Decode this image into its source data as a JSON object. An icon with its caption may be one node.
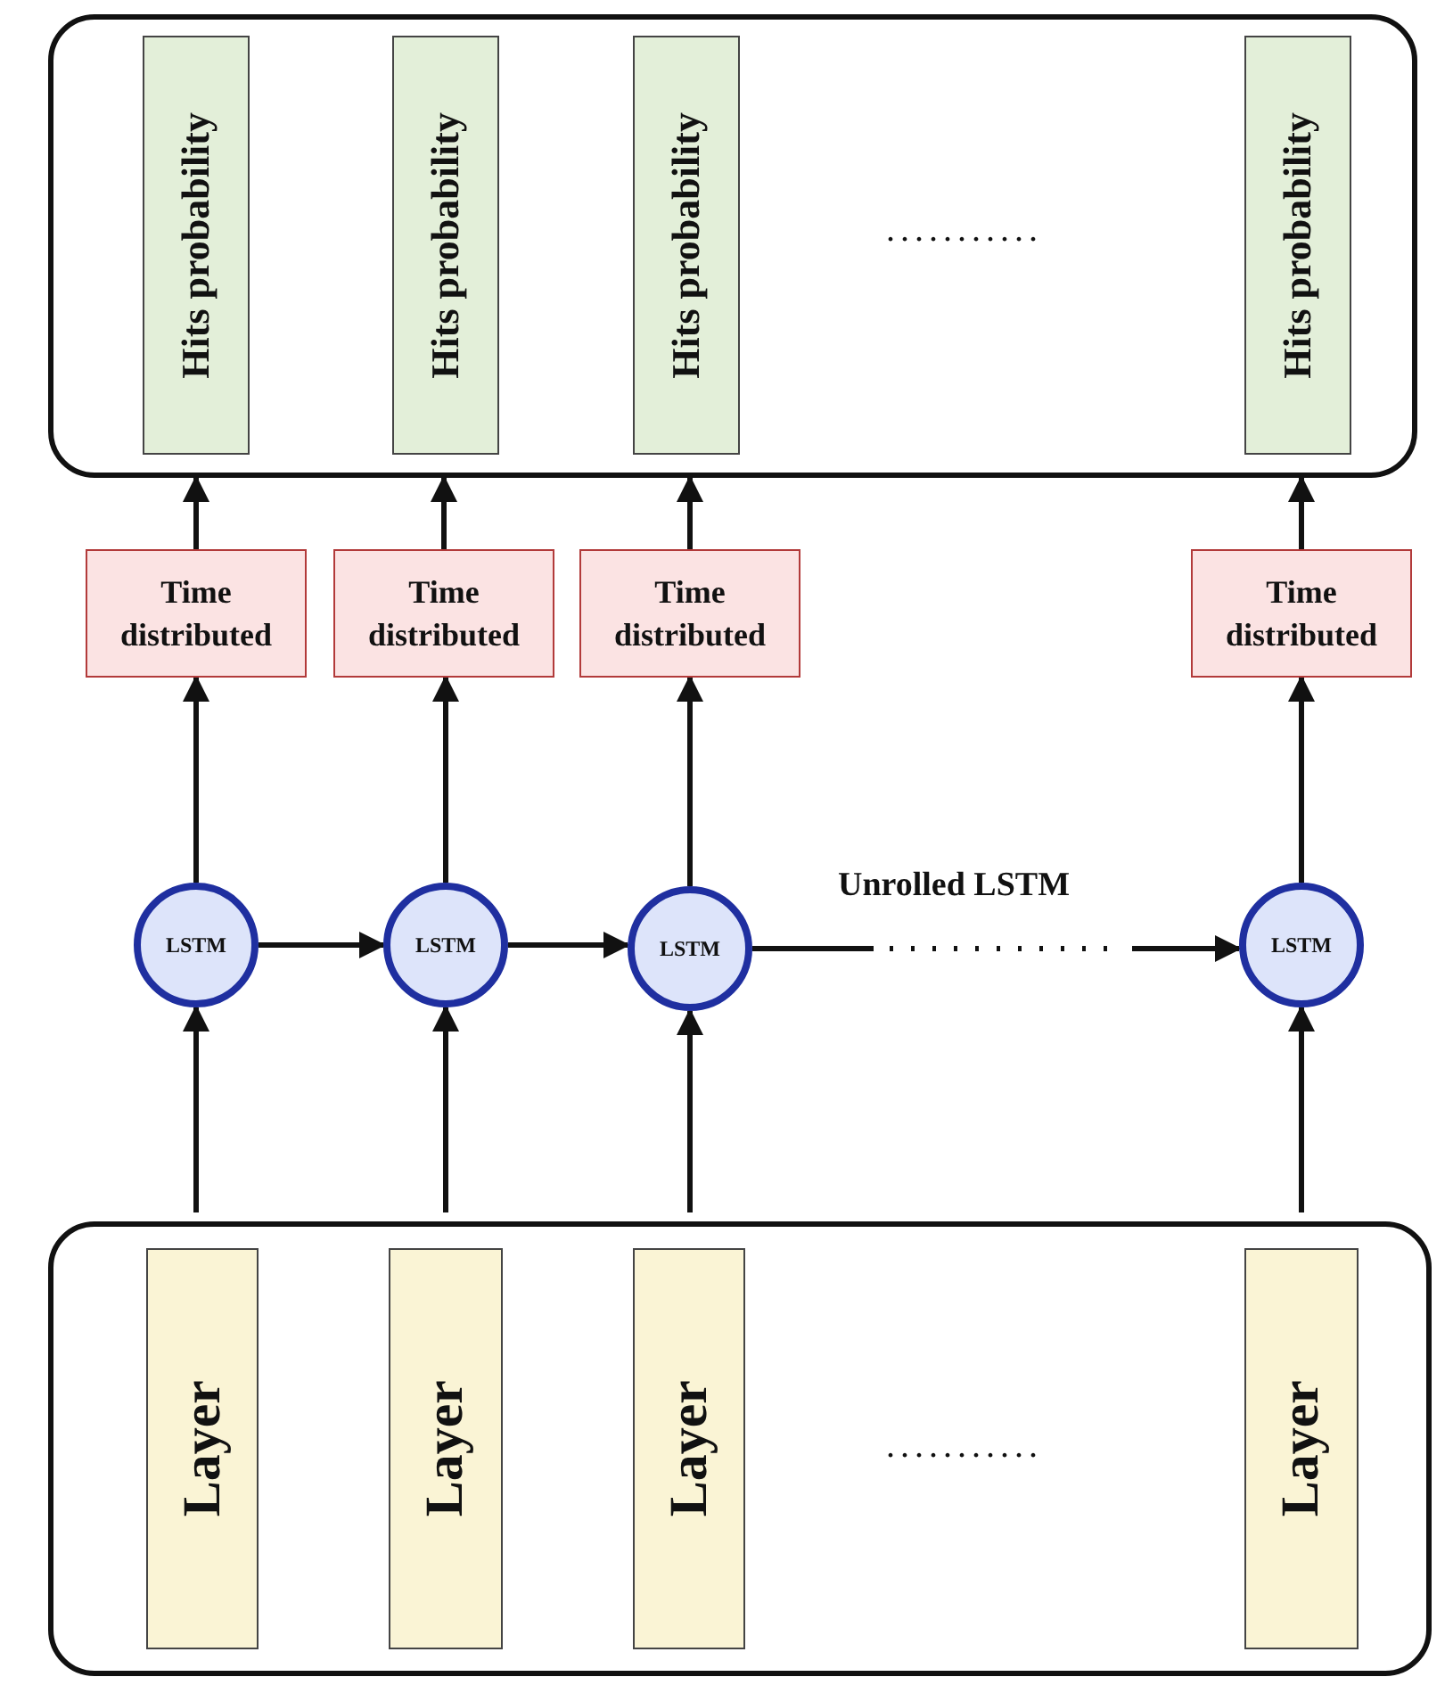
{
  "diagram": {
    "nodes": [
      {
        "text": [],
        "shape": "box"
      },
      {
        "text": [
          "Hits probability"
        ],
        "in": 0
      },
      {
        "text": [
          "Hits probability"
        ],
        "in": 0
      },
      {
        "text": [
          "Hits probability"
        ],
        "in": 0
      },
      {
        "text": [
          "Hits probability"
        ],
        "in": 0
      },
      {
        "text": [
          "Time distributed"
        ]
      },
      {
        "text": [
          "Time distributed"
        ]
      },
      {
        "text": [
          "Time distributed"
        ]
      },
      {
        "text": [
          "Time distributed"
        ]
      },
      {
        "text": [
          "LSTM"
        ]
      },
      {
        "text": [
          "LSTM"
        ]
      },
      {
        "text": [
          "LSTM"
        ]
      },
      {
        "text": [
          "LSTM"
        ]
      },
      {
        "text": [],
        "shape": "box"
      },
      {
        "text": [
          "Layer"
        ],
        "in": 13
      },
      {
        "text": [
          "Layer"
        ],
        "in": 13
      },
      {
        "text": [
          "Layer"
        ],
        "in": 13
      },
      {
        "text": [
          "Layer"
        ],
        "in": 13
      }
    ],
    "edges": [
      {
        "from": 5,
        "to": 0,
        "arrow": "to"
      },
      {
        "from": 6,
        "to": 0,
        "arrow": "to"
      },
      {
        "from": 7,
        "to": 0,
        "arrow": "to"
      },
      {
        "from": 8,
        "to": 0,
        "arrow": "to"
      },
      {
        "from": 9,
        "to": 5,
        "arrow": "to"
      },
      {
        "from": 10,
        "to": 6,
        "arrow": "to"
      },
      {
        "from": 11,
        "to": 7,
        "arrow": "to"
      },
      {
        "from": 12,
        "to": 8,
        "arrow": "to"
      },
      {
        "from": 9,
        "to": 10,
        "arrow": "to"
      },
      {
        "from": 10,
        "to": 11,
        "arrow": "to"
      },
      {
        "from": 11,
        "to": 12,
        "arrow": "to",
        "style": "dashed"
      },
      {
        "from": 13,
        "to": 9,
        "arrow": "to"
      },
      {
        "from": 13,
        "to": 10,
        "arrow": "to"
      },
      {
        "from": 13,
        "to": 11,
        "arrow": "to"
      },
      {
        "from": 13,
        "to": 12,
        "arrow": "to"
      }
    ],
    "labels": [
      "...........",
      "Unrolled LSTM",
      "..........."
    ]
  }
}
